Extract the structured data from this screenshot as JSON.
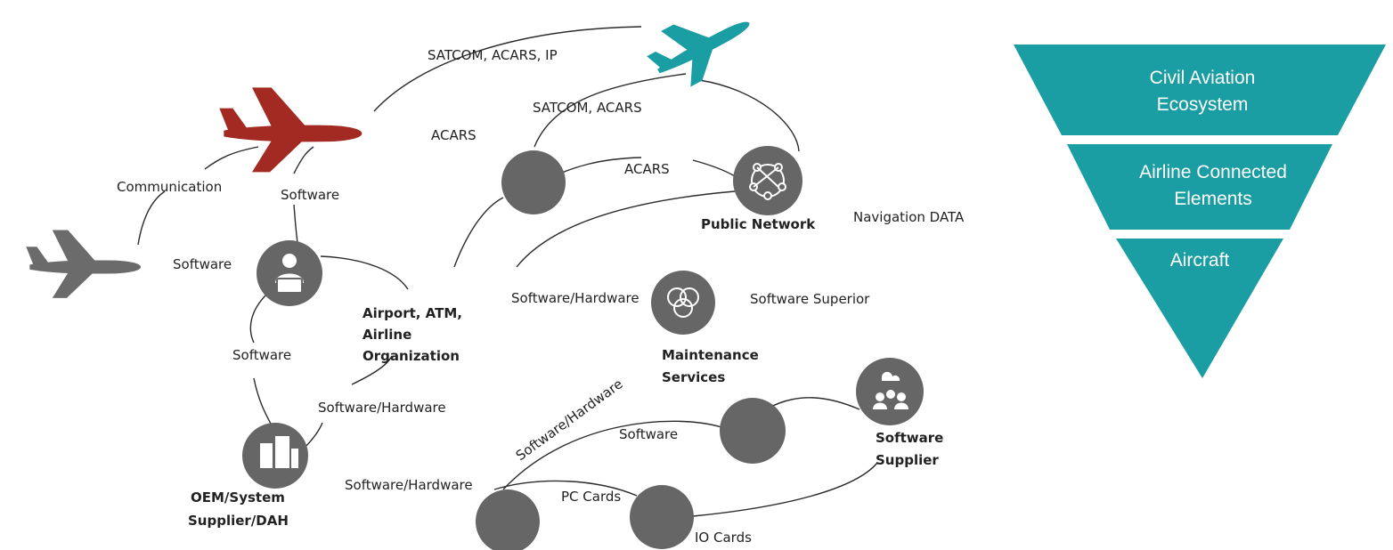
{
  "colors": {
    "teal": "#1a9da3",
    "red_plane": "#a22a22",
    "gray_plane": "#6b6b6b",
    "node_gray": "#666666",
    "line": "#2b2b2b"
  },
  "edge_labels": {
    "satcom_acars_ip": "SATCOM, ACARS, IP",
    "satcom_acars": "SATCOM, ACARS",
    "acars_left": "ACARS",
    "acars_mid": "ACARS",
    "communication": "Communication",
    "software_top": "Software",
    "software_left": "Software",
    "software_mid": "Software",
    "navigation_data": "Navigation DATA",
    "sw_hw_maint": "Software/Hardware",
    "software_superior": "Software Superior",
    "sw_hw_oem": "Software/Hardware",
    "sw_hw_diag": "Software/Hardware",
    "software_lower": "Software",
    "sw_hw_bottom": "Software/Hardware",
    "pc_cards": "PC Cards",
    "io_cards": "IO Cards"
  },
  "nodes": {
    "public_network": "Public Network",
    "airport_line1": "Airport, ATM,",
    "airport_line2": "Airline",
    "airport_line3": "Organization",
    "maintenance_line1": "Maintenance",
    "maintenance_line2": "Services",
    "oem_line1": "OEM/System",
    "oem_line2": "Supplier/DAH",
    "sw_supplier_line1": "Software",
    "sw_supplier_line2": "Supplier"
  },
  "pyramid": {
    "level1_line1": "Civil Aviation",
    "level1_line2": "Ecosystem",
    "level2_line1": "Airline Connected",
    "level2_line2": "Elements",
    "level3": "Aircraft"
  },
  "icons": [
    "teal-airplane-icon",
    "red-airplane-icon",
    "gray-airplane-icon",
    "network-icon",
    "developer-icon",
    "venn-icon",
    "buildings-icon",
    "team-cloud-icon"
  ]
}
